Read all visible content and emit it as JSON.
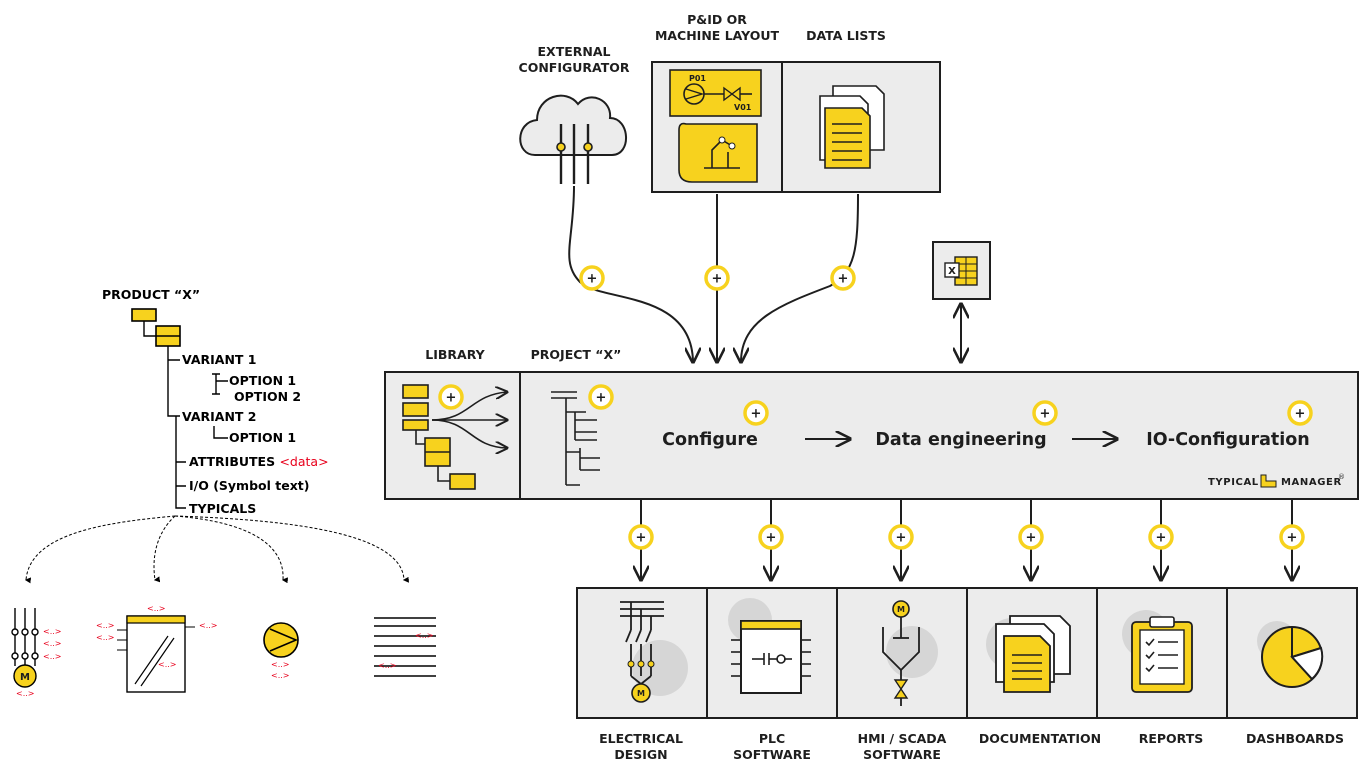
{
  "colors": {
    "accent": "#f7d21e",
    "outline": "#1e1e1e",
    "panel": "#ececec",
    "annotation": "#e8001c"
  },
  "tree": {
    "product": "PRODUCT “X”",
    "variant1": "VARIANT 1",
    "option1": "OPTION 1",
    "option2": "OPTION 2",
    "variant2": "VARIANT 2",
    "option1b": "OPTION 1",
    "attributes": "ATTRIBUTES",
    "attributes_tag": "<data>",
    "io": "I/O (Symbol text)",
    "typicals": "TYPICALS",
    "placeholder": "<..>",
    "motor_label": "M"
  },
  "sources": {
    "external_configurator": [
      "EXTERNAL",
      "CONFIGURATOR"
    ],
    "pid_layout": [
      "P&ID OR",
      "MACHINE LAYOUT"
    ],
    "data_lists": [
      "DATA LISTS"
    ],
    "pid_icon_labels": {
      "pump": "P01",
      "valve": "V01"
    },
    "excel_icon": "x-icon"
  },
  "main": {
    "library_label": "LIBRARY",
    "project_label": "PROJECT “X”",
    "steps": [
      "Configure",
      "Data engineering",
      "IO-Configuration"
    ],
    "brand_left": "TYPICAL",
    "brand_right": "MANAGER",
    "brand_mark": "®",
    "plus": "+"
  },
  "outputs": [
    {
      "lines": [
        "ELECTRICAL",
        "DESIGN"
      ],
      "icon": "electrical-design-icon",
      "glyph": "M"
    },
    {
      "lines": [
        "PLC",
        "SOFTWARE"
      ],
      "icon": "plc-software-icon"
    },
    {
      "lines": [
        "HMI / SCADA",
        "SOFTWARE"
      ],
      "icon": "hmi-scada-icon",
      "glyph": "M"
    },
    {
      "lines": [
        "DOCUMENTATION"
      ],
      "icon": "documentation-icon"
    },
    {
      "lines": [
        "REPORTS"
      ],
      "icon": "reports-icon"
    },
    {
      "lines": [
        "DASHBOARDS"
      ],
      "icon": "dashboards-icon"
    }
  ]
}
